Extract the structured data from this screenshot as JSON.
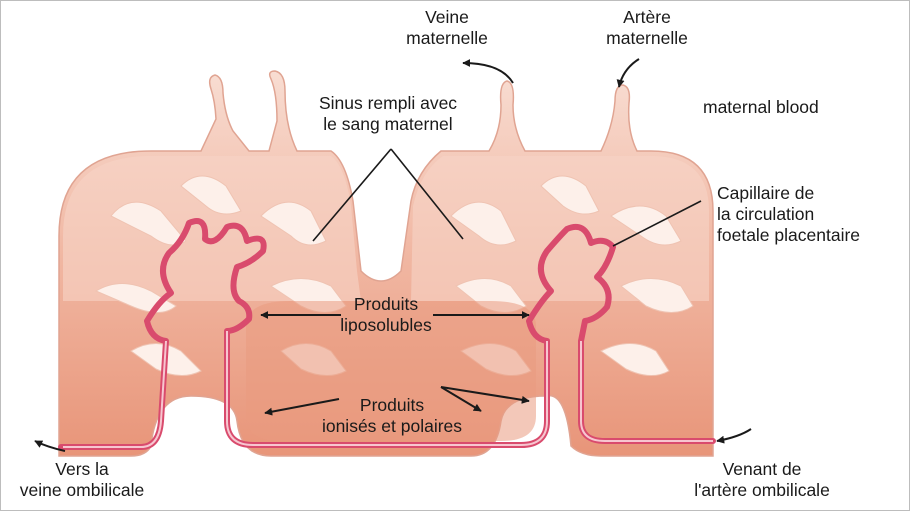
{
  "labels": {
    "veine_maternelle": [
      "Veine",
      "maternelle"
    ],
    "artere_maternelle": [
      "Artère",
      "maternelle"
    ],
    "sinus": [
      "Sinus rempli avec",
      "le sang maternel"
    ],
    "maternal_blood": "maternal blood",
    "capillaire": [
      "Capillaire de",
      "la circulation",
      "foetale placentaire"
    ],
    "produits_liposolubles": [
      "Produits",
      "liposolubles"
    ],
    "produits_ionises": [
      "Produits",
      "ionisés et polaires"
    ],
    "vers_la_veine": [
      "Vers la",
      "veine ombilicale"
    ],
    "venant_de": [
      "Venant de",
      "l'artère ombilicale"
    ]
  },
  "colors": {
    "tissue_light": "#f8ddd2",
    "tissue_mid": "#f1b49f",
    "tissue_dark": "#e89579",
    "tissue_outline": "#e0a492",
    "inner_sinus": "#fdf0ea",
    "capillary": "#d94b6d",
    "arrow": "#1a1a1a"
  }
}
